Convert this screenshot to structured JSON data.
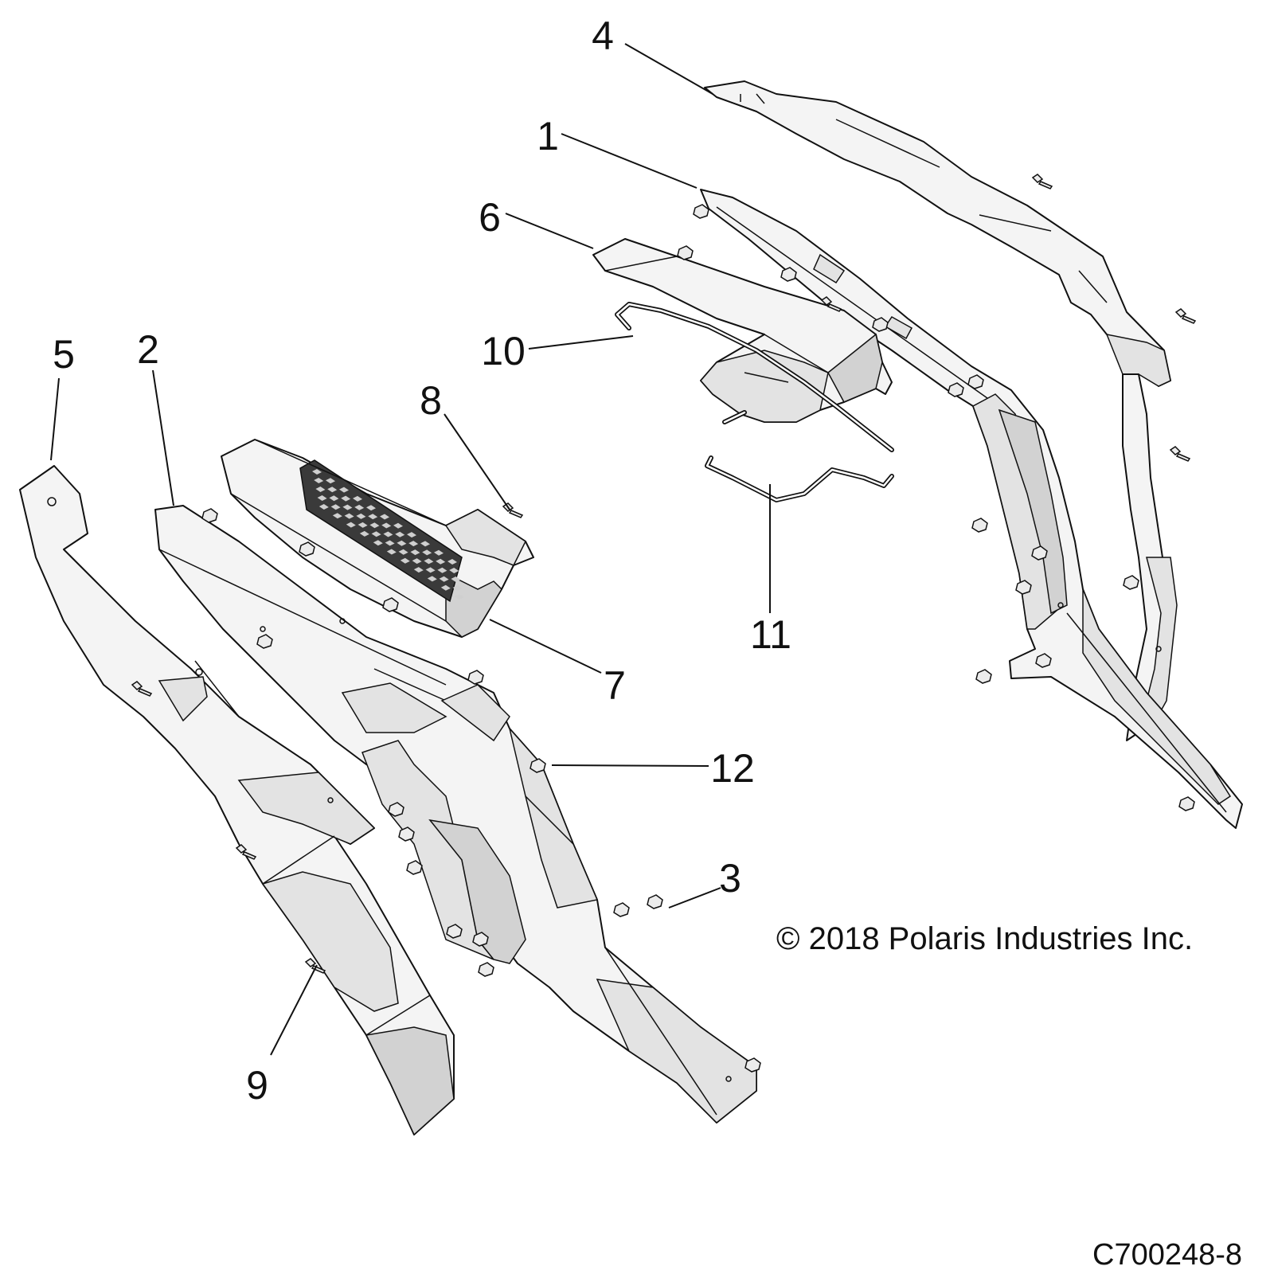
{
  "callouts": [
    "1",
    "2",
    "3",
    "4",
    "5",
    "6",
    "7",
    "8",
    "9",
    "10",
    "11",
    "12"
  ],
  "copyright": "© 2018 Polaris Industries Inc.",
  "drawing_id": "C700248-8",
  "colors": {
    "line": "#111111",
    "fill": "#f4f4f4",
    "shade": "#e3e3e3",
    "grille": "#3a3a3a"
  }
}
